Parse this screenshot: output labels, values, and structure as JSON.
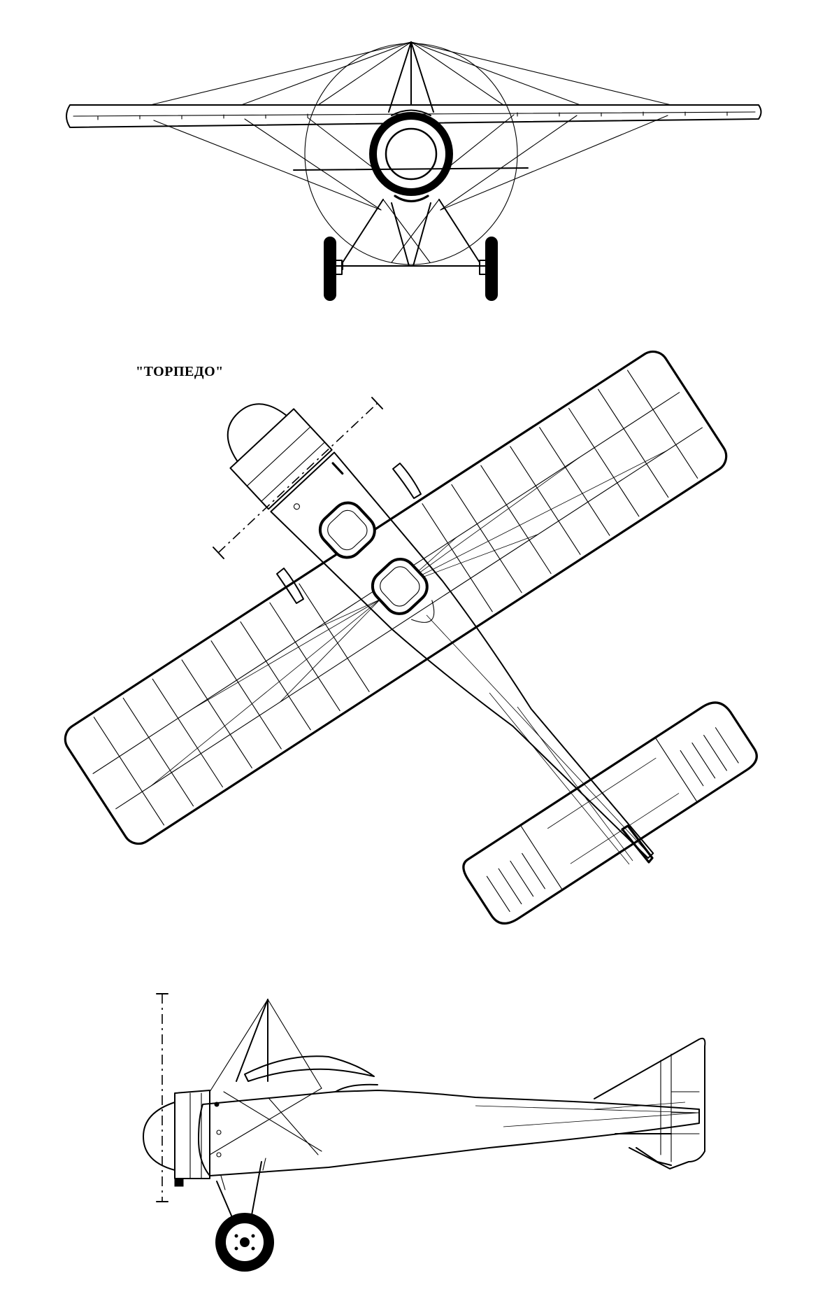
{
  "drawing": {
    "caption": "\"ТОРПЕДО\"",
    "views": [
      "front-view",
      "top-view",
      "side-view"
    ],
    "line_color": "#000000",
    "background_color": "#ffffff"
  }
}
